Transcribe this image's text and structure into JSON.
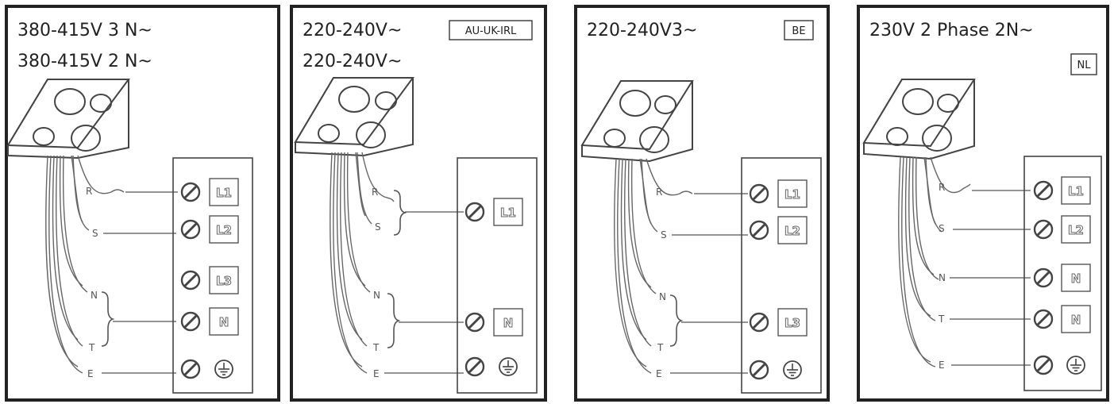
{
  "panels": [
    {
      "lines": [
        "380-415V 3 N~",
        "380-415V 2 N~"
      ],
      "tag": "",
      "wires": [
        "R",
        "S",
        "N",
        "T",
        "E"
      ],
      "terminals": [
        "L1",
        "L2",
        "L3",
        "N",
        "earth"
      ]
    },
    {
      "lines": [
        "220-240V~",
        "220-240V~"
      ],
      "tag": "AU-UK-IRL",
      "wires": [
        "R",
        "S",
        "N",
        "T",
        "E"
      ],
      "terminals": [
        "L1",
        "N",
        "earth"
      ]
    },
    {
      "lines": [
        "220-240V3~"
      ],
      "tag": "BE",
      "wires": [
        "R",
        "S",
        "N",
        "T",
        "E"
      ],
      "terminals": [
        "L1",
        "L2",
        "L3",
        "earth"
      ]
    },
    {
      "lines": [
        "230V 2 Phase 2N~"
      ],
      "tag": "NL",
      "wires": [
        "R",
        "S",
        "N",
        "T",
        "E"
      ],
      "terminals": [
        "L1",
        "L2",
        "N",
        "N",
        "earth"
      ]
    }
  ],
  "colors": {
    "frame": "#222222",
    "line": "#555555",
    "wire": "#666666"
  },
  "icons": {
    "screw": "screw-terminal-icon",
    "earth": "earth-ground-icon",
    "hob": "hob-icon"
  }
}
